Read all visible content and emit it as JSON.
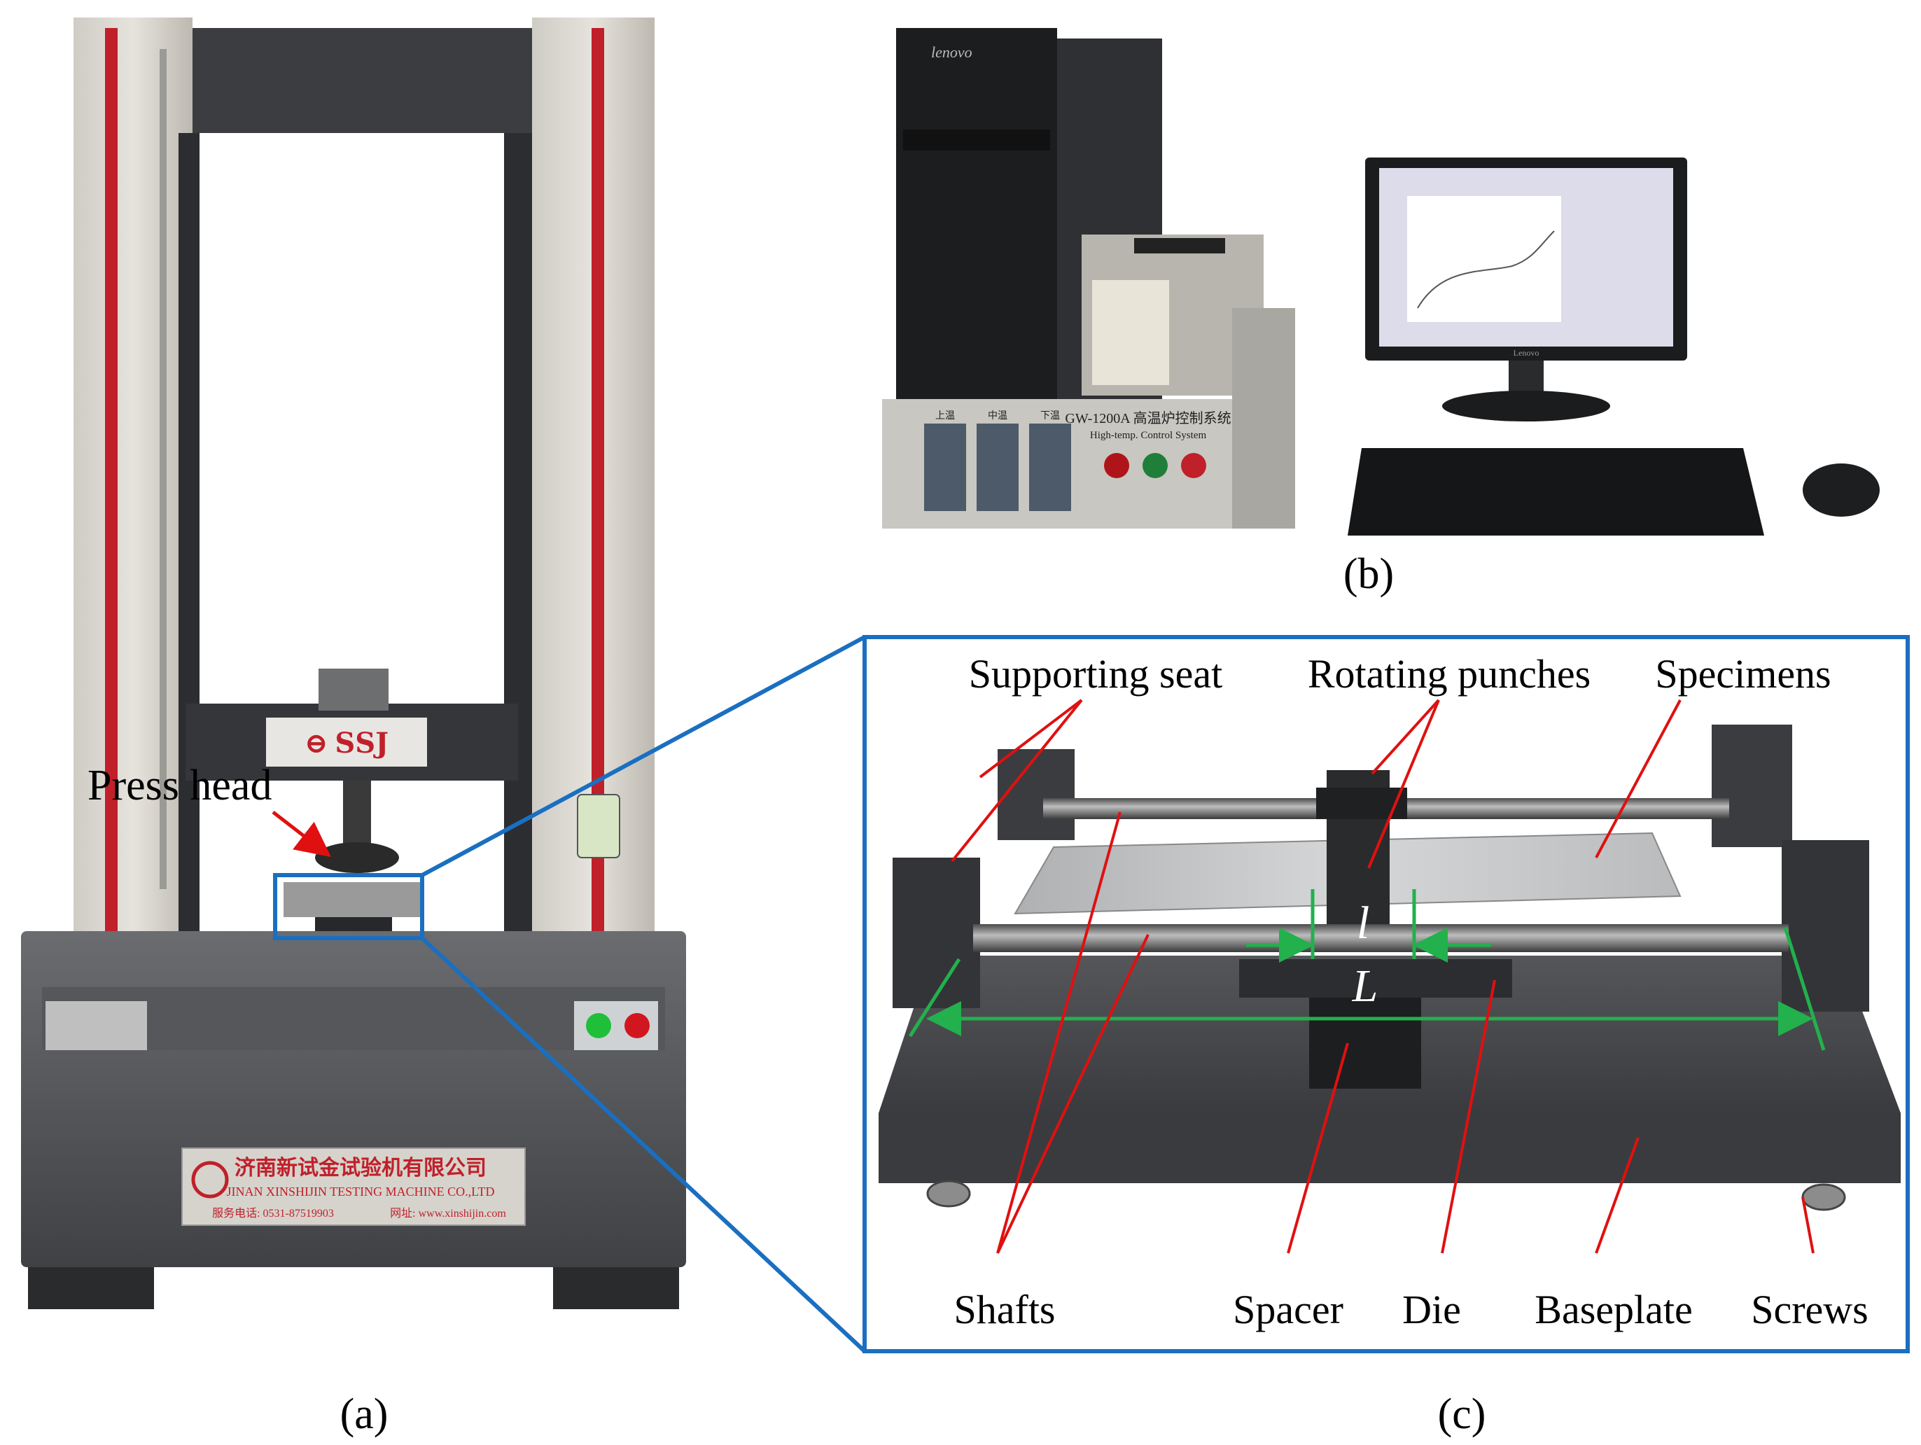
{
  "panels": {
    "a": {
      "caption": "(a)",
      "press_head_label": "Press head",
      "brand_cn": "济南新试金试验机有限公司",
      "brand_en": "JINAN XINSHIJIN TESTING MACHINE CO.,LTD",
      "phone": "服务电话: 0531-87519903",
      "website": "网址: www.xinshijin.com"
    },
    "b": {
      "caption": "(b)",
      "pc_brand": "lenovo",
      "monitor_brand": "Lenovo",
      "controller_model": "GW-1200A 高温炉控制系统",
      "controller_subtitle": "High-temp. Control System",
      "zone_labels": [
        "上温",
        "中温",
        "下温"
      ]
    },
    "c": {
      "caption": "(c)",
      "labels": {
        "supporting_seat": "Supporting seat",
        "rotating_punches": "Rotating punches",
        "specimens": "Specimens",
        "shafts": "Shafts",
        "spacer": "Spacer",
        "die": "Die",
        "baseplate": "Baseplate",
        "screws": "Screws"
      },
      "dimension_small": "l",
      "dimension_large": "L"
    }
  },
  "colors": {
    "frame_blue": "#1a6fc0",
    "leader_red": "#e01010",
    "dimension_green": "#22b14c"
  }
}
